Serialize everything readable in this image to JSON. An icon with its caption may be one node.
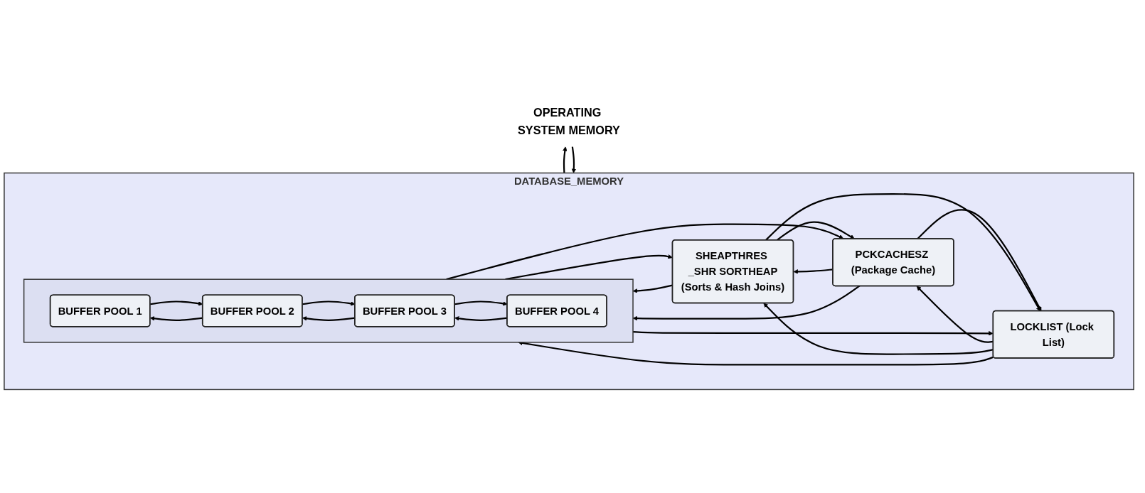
{
  "diagram": {
    "nodes": [
      {
        "text": [
          "OPERATING SYSTEM MEMORY"
        ]
      },
      {
        "text": [
          "DATABASE_MEMORY"
        ]
      },
      {
        "text": [],
        "shape": "box",
        "in": 1
      },
      {
        "text": [
          "BUFFER POOL 1"
        ],
        "in": 2
      },
      {
        "text": [
          "BUFFER POOL 2"
        ],
        "in": 2
      },
      {
        "text": [
          "BUFFER POOL 3"
        ],
        "in": 2
      },
      {
        "text": [
          "BUFFER POOL 4"
        ],
        "in": 2
      },
      {
        "text": [
          "SHEAPTHRES _SHR SORTHEAP",
          "(Sorts & Hash Joins)"
        ],
        "in": 1
      },
      {
        "text": [
          "PCKCACHESZ (Package Cache)"
        ],
        "in": 1
      },
      {
        "text": [
          "LOCKLIST (Lock List)"
        ],
        "in": 1
      }
    ],
    "edges": [
      {
        "from": 1,
        "to": 0,
        "arrow": "to"
      },
      {
        "from": 0,
        "to": 1,
        "arrow": "to"
      },
      {
        "from": 3,
        "to": 4,
        "arrow": "to"
      },
      {
        "from": 4,
        "to": 3,
        "arrow": "to"
      },
      {
        "from": 4,
        "to": 5,
        "arrow": "to"
      },
      {
        "from": 5,
        "to": 4,
        "arrow": "to"
      },
      {
        "from": 5,
        "to": 6,
        "arrow": "to"
      },
      {
        "from": 6,
        "to": 5,
        "arrow": "to"
      },
      {
        "from": 2,
        "to": 7,
        "arrow": "to"
      },
      {
        "from": 7,
        "to": 2,
        "arrow": "to"
      },
      {
        "from": 8,
        "to": 2,
        "arrow": "to"
      },
      {
        "from": 2,
        "to": 8,
        "arrow": "to"
      },
      {
        "from": 8,
        "to": 7,
        "arrow": "to"
      },
      {
        "from": 7,
        "to": 8,
        "arrow": "to"
      },
      {
        "from": 9,
        "to": 2,
        "arrow": "to"
      },
      {
        "from": 2,
        "to": 9,
        "arrow": "to"
      },
      {
        "from": 9,
        "to": 8,
        "arrow": "to"
      },
      {
        "from": 8,
        "to": 9,
        "arrow": "to"
      },
      {
        "from": 9,
        "to": 7,
        "arrow": "to"
      },
      {
        "from": 7,
        "to": 9,
        "arrow": "to"
      }
    ]
  }
}
